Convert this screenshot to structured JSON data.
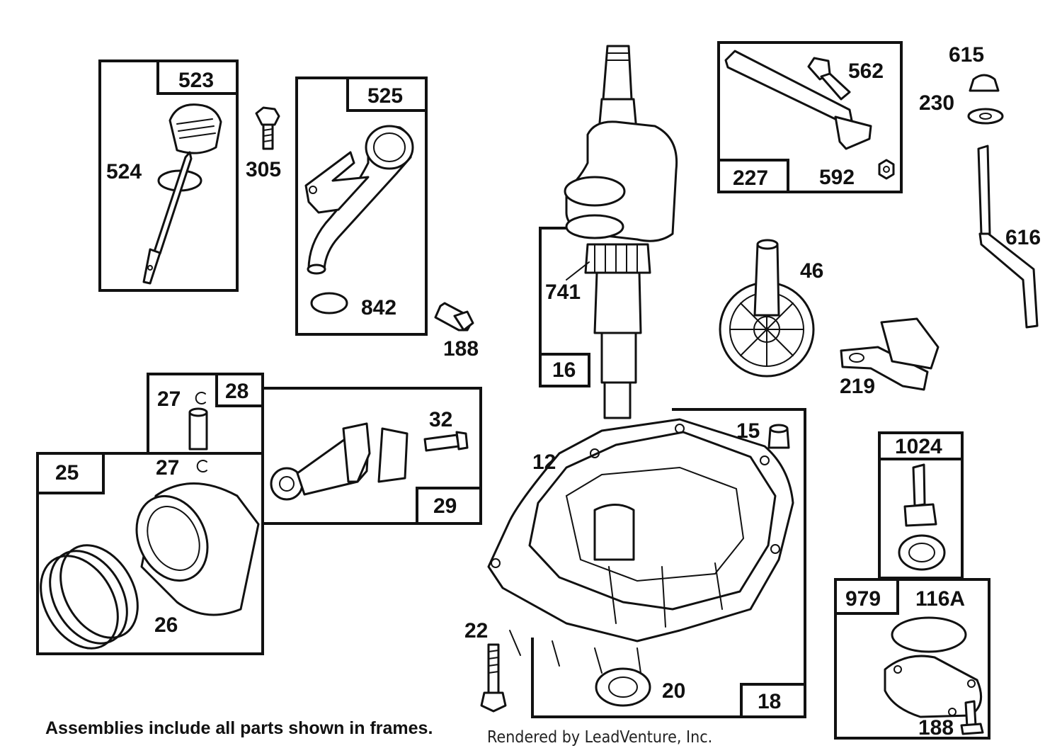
{
  "labels": {
    "l523": "523",
    "l524": "524",
    "l305": "305",
    "l525": "525",
    "l842": "842",
    "l188a": "188",
    "l741": "741",
    "l16": "16",
    "l227": "227",
    "l562": "562",
    "l592": "592",
    "l615": "615",
    "l230": "230",
    "l616": "616",
    "l46": "46",
    "l219": "219",
    "l27a": "27",
    "l28": "28",
    "l32": "32",
    "l29": "29",
    "l25": "25",
    "l27b": "27",
    "l26": "26",
    "l12": "12",
    "l15": "15",
    "l22": "22",
    "l20": "20",
    "l18": "18",
    "l1024": "1024",
    "l979": "979",
    "l116a": "116A",
    "l188b": "188"
  },
  "footer": {
    "note": "Assemblies include all parts shown in frames.",
    "credit": "Rendered by LeadVenture, Inc."
  },
  "colors": {
    "line": "#111111",
    "background": "#ffffff"
  }
}
